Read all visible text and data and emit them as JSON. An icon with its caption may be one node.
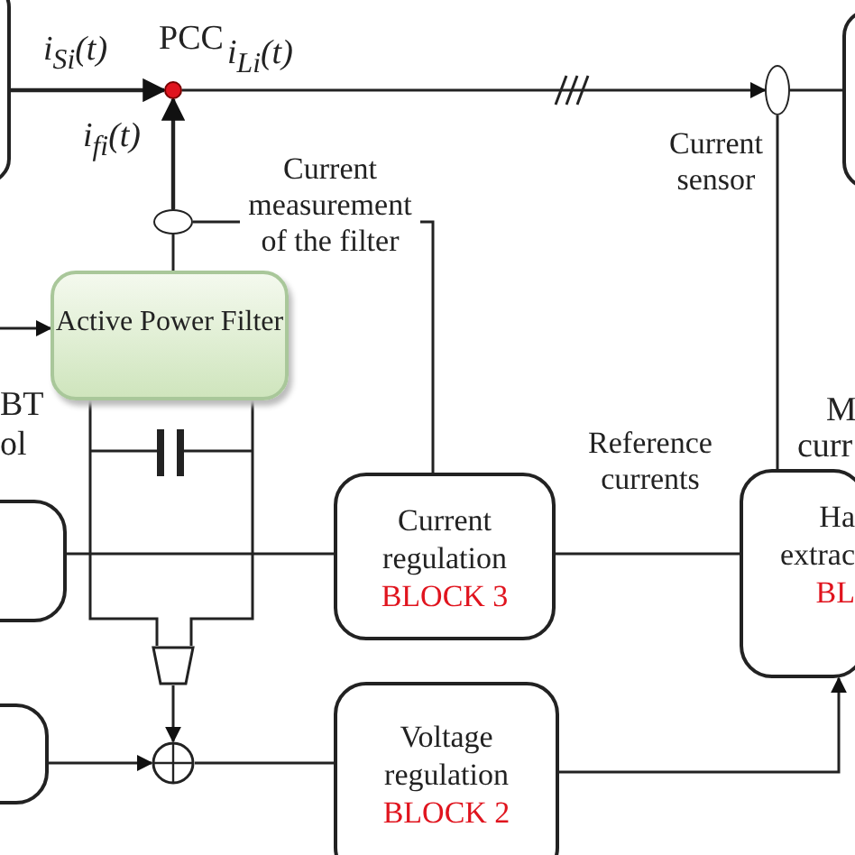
{
  "diagram": {
    "nodes": [
      {
        "text": [],
        "shape": "box"
      },
      {
        "text": [],
        "shape": "circle",
        "beside": [
          "PCC"
        ]
      },
      {
        "text": [],
        "shape": "box"
      },
      {
        "text": [
          "Active Power Filter"
        ]
      },
      {
        "text": [],
        "shape": "circle"
      },
      {
        "text": [],
        "shape": "circle",
        "beside": [
          "Current sensor"
        ]
      },
      {
        "text": [
          "Current regulation",
          "BLOCK 3"
        ]
      },
      {
        "text": [
          "Voltage regulation",
          "BLOCK 2"
        ]
      },
      {
        "text": [
          "Ha extrac",
          "BL"
        ]
      },
      {
        "text": [],
        "shape": "box"
      },
      {
        "text": [],
        "shape": "box"
      },
      {
        "text": [],
        "shape": "trapezoid"
      },
      {
        "text": [],
        "shape": "circle"
      }
    ],
    "edges": [
      {
        "from": 0,
        "to": 1,
        "arrow": "to",
        "label": "i$_{Si}$(t)"
      },
      {
        "from": 1,
        "to": 5,
        "arrow": "to",
        "label": "i$_{Li}$(t)"
      },
      {
        "from": 5,
        "to": 2,
        "arrow": "none"
      },
      {
        "from": 3,
        "to": 4,
        "arrow": "none"
      },
      {
        "from": 4,
        "to": 1,
        "arrow": "to",
        "label": "i$_{fi}$(t)"
      },
      {
        "from": 4,
        "to": 6,
        "arrow": "none",
        "label": "Current measurement of the filter"
      },
      {
        "from": 5,
        "to": 8,
        "arrow": "none"
      },
      {
        "from": 8,
        "to": 6,
        "arrow": "none",
        "label": "Reference currents"
      },
      {
        "from": 7,
        "to": 8,
        "arrow": "to"
      },
      {
        "from": 9,
        "to": 6,
        "arrow": "none"
      },
      {
        "from": 10,
        "to": 12,
        "arrow": "to"
      },
      {
        "from": 11,
        "to": 12,
        "arrow": "to"
      },
      {
        "from": 12,
        "to": 7,
        "arrow": "none"
      },
      {
        "from": null,
        "to": 3,
        "arrow": "to"
      },
      {
        "from": 3,
        "to": 11,
        "arrow": "none"
      }
    ],
    "labels": [
      "BT",
      "ol",
      "M",
      "curr"
    ]
  }
}
